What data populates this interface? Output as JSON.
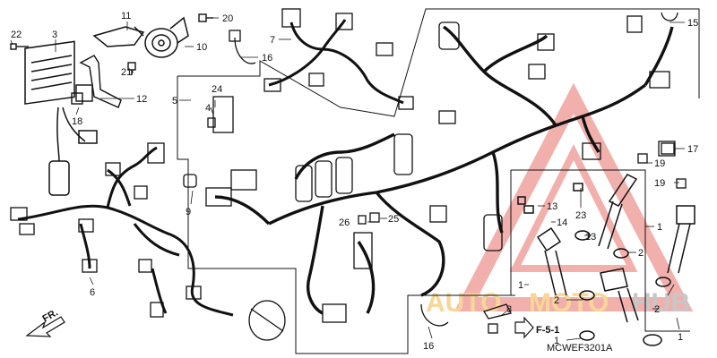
{
  "diagram": {
    "code": "MCWEF3201A",
    "direction_label": "FR.",
    "reference_label": "F-5-1",
    "callouts": {
      "c1": "1",
      "c2": "2",
      "c3": "3",
      "c4": "4",
      "c5": "5",
      "c6": "6",
      "c7": "7",
      "c8": "8",
      "c9": "9",
      "c10": "10",
      "c11": "11",
      "c12": "12",
      "c13": "13",
      "c14": "14",
      "c15": "15",
      "c16": "16",
      "c17": "17",
      "c18": "18",
      "c19": "19",
      "c20": "20",
      "c21": "21",
      "c22": "22",
      "c23": "23",
      "c24": "24",
      "c25": "25",
      "c26": "26"
    }
  },
  "watermark": {
    "part1": "AUTO",
    "part2": "MOTO",
    "part3": "HUB"
  },
  "colors": {
    "line": "#111111",
    "watermark_red": "#e8706a",
    "watermark_orange": "#f2b544",
    "watermark_gray": "#9a9a9a"
  }
}
